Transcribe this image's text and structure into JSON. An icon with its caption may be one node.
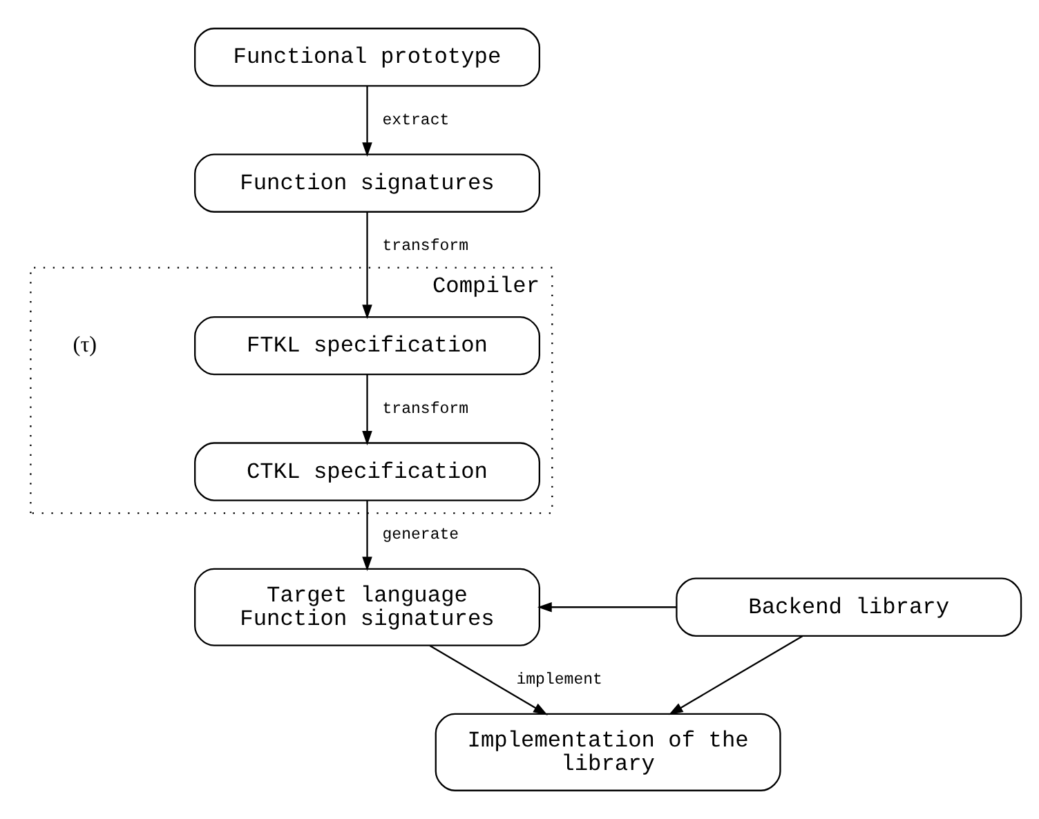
{
  "diagram": {
    "nodes": [
      {
        "text": [
          "Functional prototype"
        ]
      },
      {
        "text": [
          "Function signatures"
        ]
      },
      {
        "text": [
          "Compiler"
        ]
      },
      {
        "text": [
          "FTKL specification"
        ],
        "in": 2
      },
      {
        "text": [
          "CTKL specification"
        ],
        "in": 2
      },
      {
        "text": [
          "Target language Function signatures"
        ]
      },
      {
        "text": [
          "Backend library"
        ]
      },
      {
        "text": [
          "Implementation of the library"
        ]
      }
    ],
    "edges": [
      {
        "from": 0,
        "to": 1,
        "label": "extract",
        "arrow": "to"
      },
      {
        "from": 1,
        "to": 3,
        "label": "transform",
        "arrow": "to"
      },
      {
        "from": 3,
        "to": 4,
        "label": "transform",
        "arrow": "to"
      },
      {
        "from": 4,
        "to": 5,
        "label": "generate",
        "arrow": "to"
      },
      {
        "from": 6,
        "to": 5,
        "arrow": "to"
      },
      {
        "from": 5,
        "to": 7,
        "label": "implement",
        "arrow": "to"
      },
      {
        "from": 6,
        "to": 7,
        "arrow": "to"
      }
    ],
    "labels": [
      "(τ)"
    ]
  }
}
